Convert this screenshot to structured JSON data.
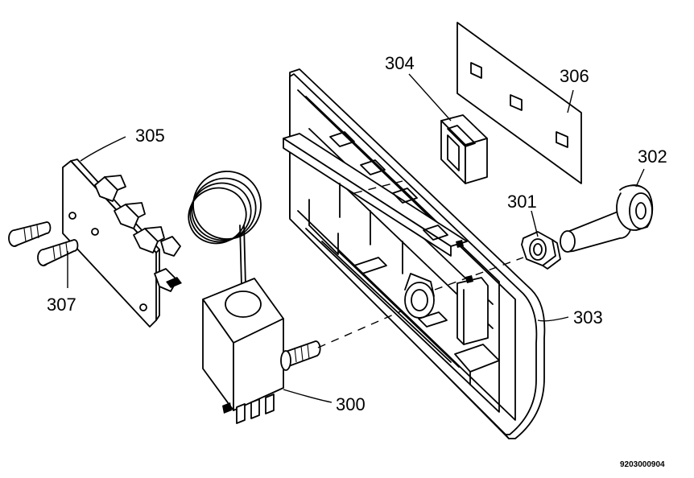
{
  "parts": [
    {
      "id": "p300",
      "label": "300"
    },
    {
      "id": "p301",
      "label": "301"
    },
    {
      "id": "p302",
      "label": "302"
    },
    {
      "id": "p303",
      "label": "303"
    },
    {
      "id": "p304",
      "label": "304"
    },
    {
      "id": "p305",
      "label": "305"
    },
    {
      "id": "p306",
      "label": "306"
    },
    {
      "id": "p307",
      "label": "307"
    }
  ],
  "document_code": "9203000904",
  "colors": {
    "line": "#000000",
    "background": "#ffffff"
  }
}
